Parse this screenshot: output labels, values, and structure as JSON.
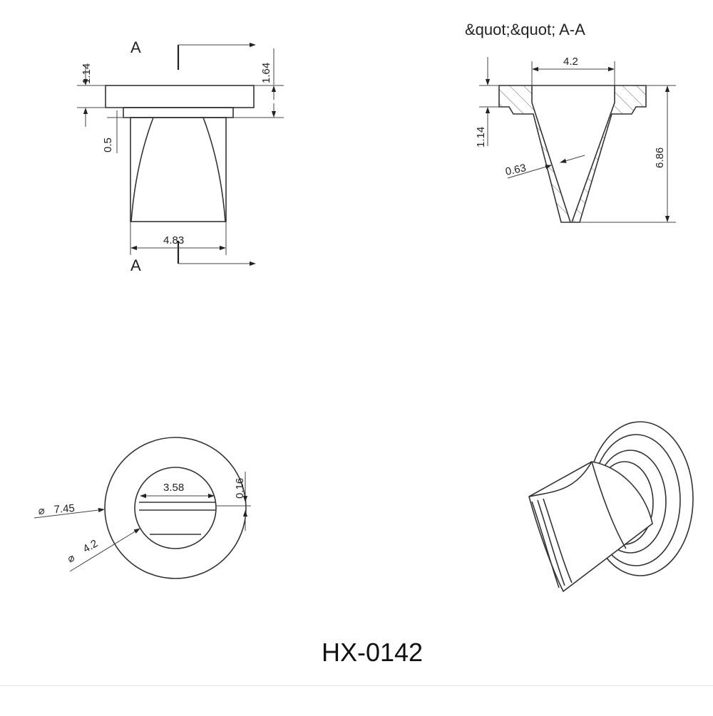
{
  "section_title": "&quot;&quot; A-A",
  "part_number": "HX-0142",
  "front_view": {
    "section_label_top": "A",
    "section_label_bottom": "A",
    "dim_flange_height": "1.14",
    "dim_total_cap": "1.64",
    "dim_step": "0.5",
    "dim_width": "4.83"
  },
  "section_view": {
    "dim_top_width": "4.2",
    "dim_flange_height": "1.14",
    "dim_wall": "0.63",
    "dim_height": "6.86"
  },
  "bottom_view": {
    "dim_slit_length": "3.58",
    "dim_slit_width": "0.16",
    "dim_outer_dia": "7.45",
    "dim_inner_dia": "4.2"
  }
}
